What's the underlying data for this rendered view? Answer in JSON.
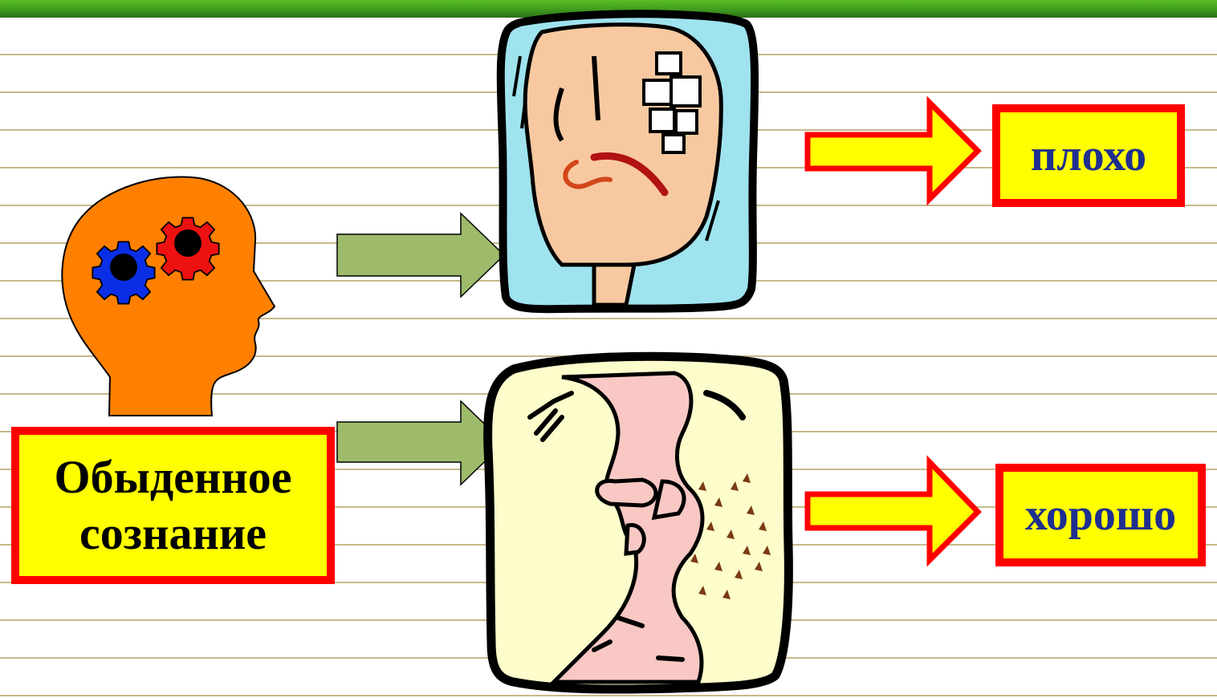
{
  "concept": {
    "label_line1": "Обыденное",
    "label_line2": "сознание"
  },
  "outcomes": {
    "bad_label": "плохо",
    "good_label": "хорошо"
  },
  "icons": {
    "head": "thinking-head-icon",
    "sad_face": "sad-bandaged-face-icon",
    "kiss": "kissing-faces-icon"
  },
  "colors": {
    "top_bar": "#3f9a1c",
    "ruled_lines": "#c8b98a",
    "head": "#ff8000",
    "gear_blue": "#0a2ee6",
    "gear_red": "#ee1111",
    "green_arrow": "#9dbb6b",
    "yellow_arrow": "#ffff00",
    "box_fill": "#ffff00",
    "box_border": "#ff0000",
    "outcome_text": "#1f2f8f"
  }
}
